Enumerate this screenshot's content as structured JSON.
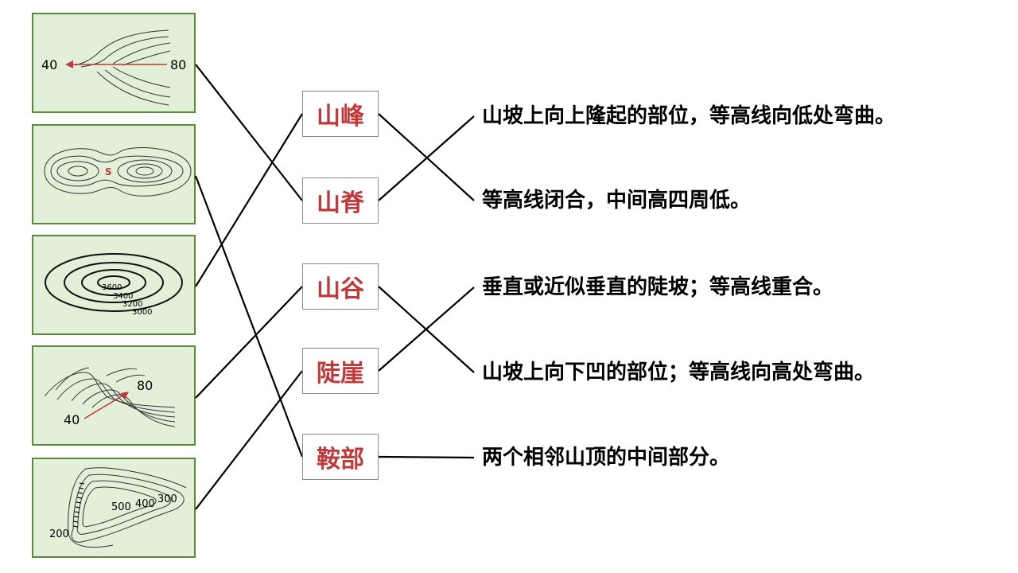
{
  "maps": [
    {
      "id": "ridge",
      "labels": {
        "low": "40",
        "high": "80"
      }
    },
    {
      "id": "saddle",
      "labels": {
        "center": "S"
      }
    },
    {
      "id": "peak",
      "labels": {
        "c1": "3600",
        "c2": "3400",
        "c3": "3200",
        "c4": "3000"
      }
    },
    {
      "id": "valley",
      "labels": {
        "high": "80",
        "low": "40"
      }
    },
    {
      "id": "cliff",
      "labels": {
        "c500": "500",
        "c400": "400",
        "c300": "300",
        "c200": "200"
      }
    }
  ],
  "terms": [
    "山峰",
    "山脊",
    "山谷",
    "陡崖",
    "鞍部"
  ],
  "descriptions": [
    "山坡上向上隆起的部位，等高线向低处弯曲。",
    "等高线闭合，中间高四周低。",
    "垂直或近似垂直的陡坡；等高线重合。",
    "山坡上向下凹的部位；等高线向高处弯曲。",
    "两个相邻山顶的中间部分。"
  ],
  "connections": {
    "map_to_term": [
      [
        0,
        1
      ],
      [
        1,
        4
      ],
      [
        2,
        0
      ],
      [
        3,
        2
      ],
      [
        4,
        3
      ]
    ],
    "term_to_desc": [
      [
        0,
        1
      ],
      [
        1,
        0
      ],
      [
        2,
        3
      ],
      [
        3,
        2
      ],
      [
        4,
        4
      ]
    ]
  },
  "colors": {
    "term_text": "#c0393b",
    "map_bg": "#e2efd9",
    "map_border": "#5a8a3a",
    "arrow": "#c0393b",
    "line": "#000000"
  }
}
